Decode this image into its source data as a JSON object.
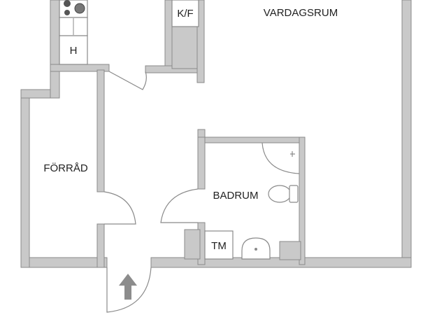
{
  "rooms": {
    "living_room": "VARDAGSRUM",
    "storage": "FÖRRÅD",
    "bathroom": "BADRUM"
  },
  "fixtures": {
    "fridge_freezer": "K/F",
    "cabinet": "H",
    "washing_machine": "TM"
  },
  "colors": {
    "wall": "#c9c9c9",
    "wall_edge": "#8a8a8a",
    "entrance_arrow": "#8c8c8c"
  }
}
